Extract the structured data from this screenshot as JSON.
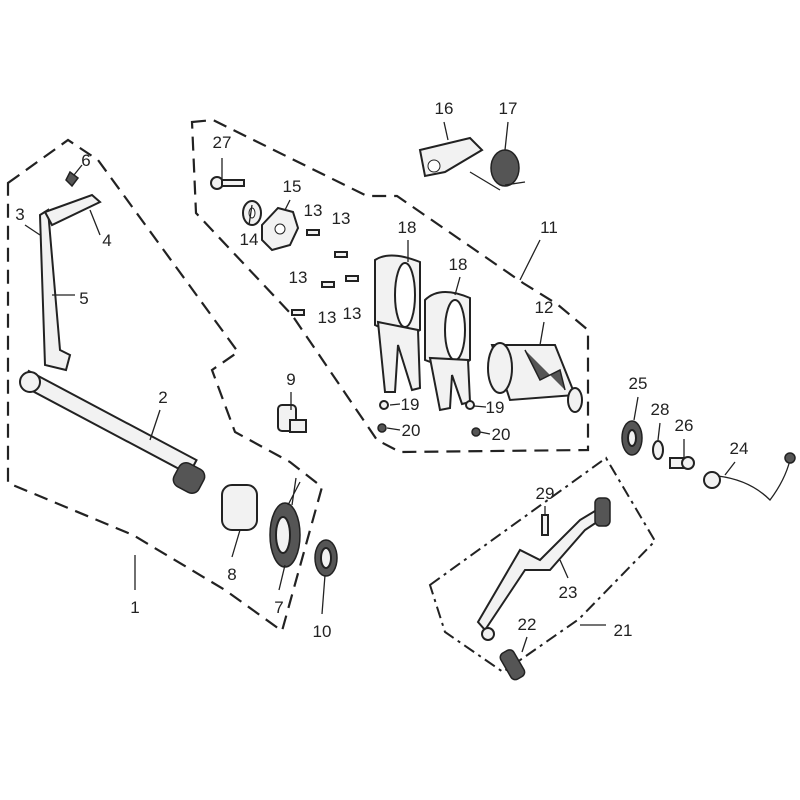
{
  "diagram": {
    "title": "Gear shift mechanism exploded parts diagram",
    "callouts": [
      "1",
      "2",
      "3",
      "4",
      "5",
      "6",
      "7",
      "8",
      "9",
      "10",
      "11",
      "12",
      "13",
      "13",
      "13",
      "13",
      "13",
      "14",
      "15",
      "16",
      "17",
      "18",
      "18",
      "19",
      "19",
      "20",
      "20",
      "21",
      "22",
      "23",
      "24",
      "25",
      "26",
      "27",
      "28",
      "29"
    ]
  }
}
